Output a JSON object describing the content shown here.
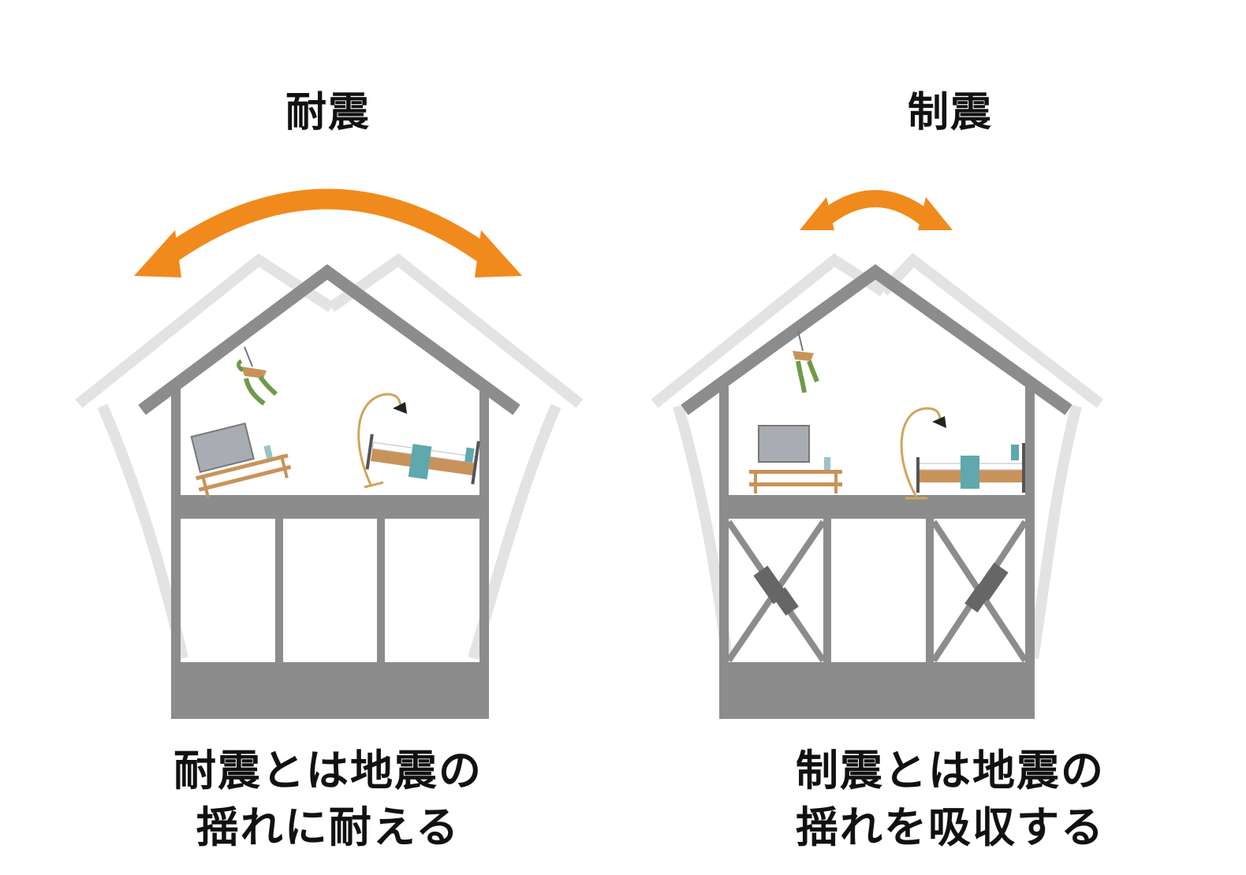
{
  "left": {
    "title": "耐震",
    "caption_line1": "耐震とは地震の",
    "caption_line2": "揺れに耐える"
  },
  "right": {
    "title": "制震",
    "caption_line1": "制震とは地震の",
    "caption_line2": "揺れを吸収する"
  },
  "colors": {
    "frame": "#8c8c8c",
    "frame_ghost": "#e3e3e3",
    "arrow": "#f08a1c",
    "wood": "#c8935a",
    "teal": "#5fa8ad",
    "tv": "#a9adb3",
    "plant": "#6f9a4a"
  }
}
